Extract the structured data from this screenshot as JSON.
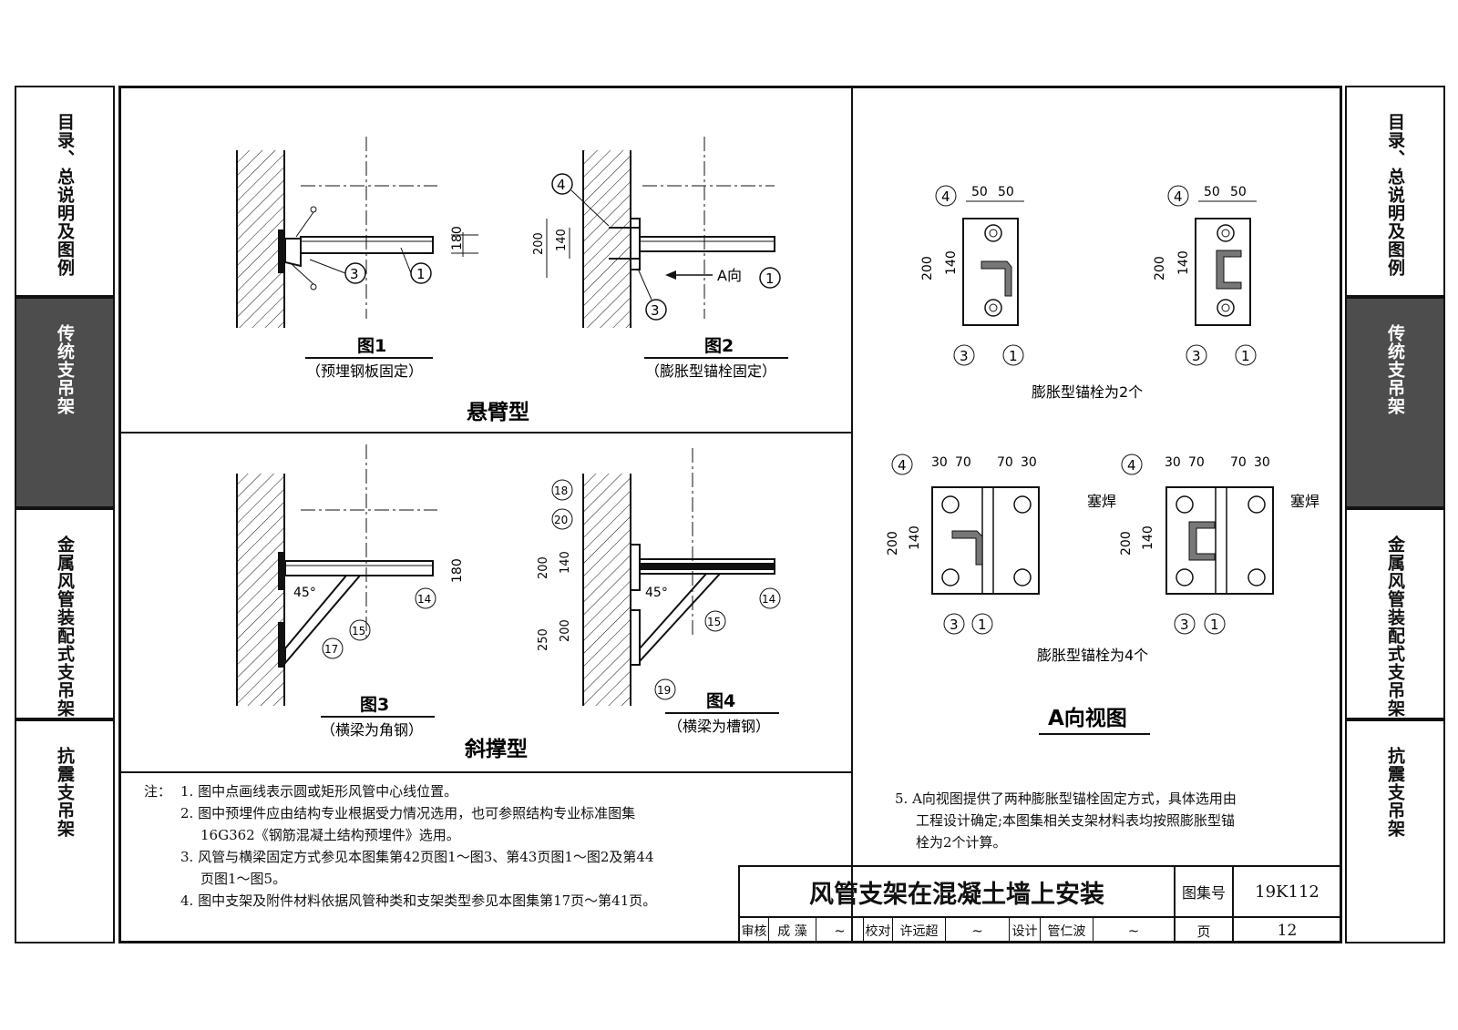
{
  "side_tabs_left": [
    {
      "label": "目录、总说明及图例",
      "active": false
    },
    {
      "label": "传统支吊架",
      "active": true
    },
    {
      "label": "金属风管装配式支吊架",
      "active": false
    },
    {
      "label": "抗震支吊架",
      "active": false
    }
  ],
  "side_tabs_right": [
    {
      "label": "目录、总说明及图例",
      "active": false
    },
    {
      "label": "传统支吊架",
      "active": true
    },
    {
      "label": "金属风管装配式支吊架",
      "active": false
    },
    {
      "label": "抗震支吊架",
      "active": false
    }
  ],
  "section_titles": {
    "cantilever": "悬臂型",
    "braced": "斜撑型",
    "a_view": "A向视图"
  },
  "figures": [
    {
      "title": "图1",
      "caption": "（预埋钢板固定）"
    },
    {
      "title": "图2",
      "caption": "（膨胀型锚栓固定）"
    },
    {
      "title": "图3",
      "caption": "（横梁为角钢）"
    },
    {
      "title": "图4",
      "caption": "（横梁为槽钢）"
    }
  ],
  "a_view_captions": {
    "two_bolts": "膨胀型锚栓为2个",
    "four_bolts": "膨胀型锚栓为4个",
    "plug_weld": "塞焊",
    "a_direction": "A向"
  },
  "dimensions": {
    "d50": "50",
    "d200": "200",
    "d140": "140",
    "d180": "180",
    "d30": "30",
    "d70": "70",
    "d250": "250",
    "d45": "45°"
  },
  "callouts": [
    "①",
    "③",
    "④",
    "⑭",
    "⑮",
    "⑰",
    "⑱",
    "⑲",
    "⑳"
  ],
  "notes": {
    "prefix": "注：",
    "lines": [
      "1. 图中点画线表示圆或矩形风管中心线位置。",
      "2. 图中预埋件应由结构专业根据受力情况选用，也可参照结构专业标准图集",
      "16G362《钢筋混凝土结构预埋件》选用。",
      "3. 风管与横梁固定方式参见本图集第42页图1～图3、第43页图1～图2及第44",
      "页图1～图5。",
      "4. 图中支架及附件材料依据风管种类和支架类型参见本图集第17页～第41页。"
    ],
    "note5": [
      "5. A向视图提供了两种膨胀型锚栓固定方式，具体选用由",
      "工程设计确定;本图集相关支架材料表均按照膨胀型锚",
      "栓为2个计算。"
    ]
  },
  "title_block": {
    "title": "风管支架在混凝土墙上安装",
    "atlas_label": "图集号",
    "atlas_no": "19K112",
    "page_label": "页",
    "page_no": "12",
    "review_label": "审核",
    "reviewer": "成 藻",
    "check_label": "校对",
    "checker": "许远超",
    "design_label": "设计",
    "designer": "管仁波"
  }
}
